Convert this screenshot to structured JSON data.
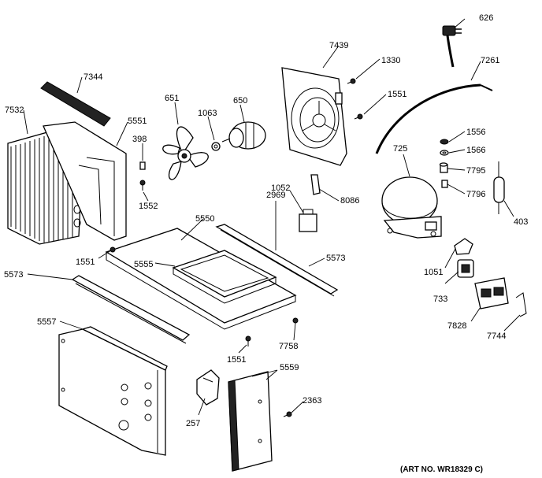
{
  "diagram": {
    "parts": [
      {
        "id": "626"
      },
      {
        "id": "7261"
      },
      {
        "id": "7439"
      },
      {
        "id": "1330"
      },
      {
        "id": "1551"
      },
      {
        "id": "7344"
      },
      {
        "id": "7532"
      },
      {
        "id": "5551"
      },
      {
        "id": "651"
      },
      {
        "id": "1063"
      },
      {
        "id": "650"
      },
      {
        "id": "398"
      },
      {
        "id": "1552"
      },
      {
        "id": "1556"
      },
      {
        "id": "1566"
      },
      {
        "id": "725"
      },
      {
        "id": "7795"
      },
      {
        "id": "7796"
      },
      {
        "id": "403"
      },
      {
        "id": "1052"
      },
      {
        "id": "8086"
      },
      {
        "id": "5550"
      },
      {
        "id": "2969"
      },
      {
        "id": "5555"
      },
      {
        "id": "5573"
      },
      {
        "id": "1051"
      },
      {
        "id": "733"
      },
      {
        "id": "7828"
      },
      {
        "id": "7744"
      },
      {
        "id": "5557"
      },
      {
        "id": "7758"
      },
      {
        "id": "5559"
      },
      {
        "id": "257"
      },
      {
        "id": "2363"
      }
    ],
    "art_number": "(ART NO. WR18329 C)"
  }
}
